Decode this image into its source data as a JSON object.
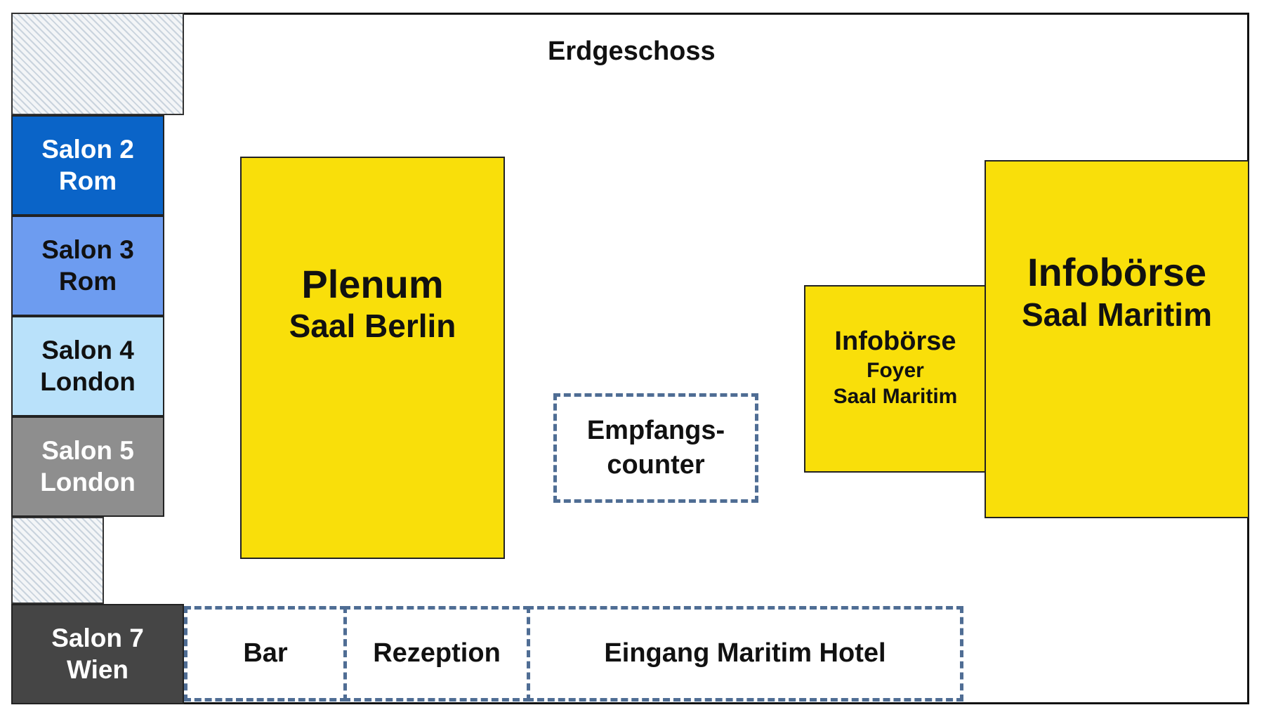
{
  "title": "Erdgeschoss",
  "colors": {
    "salon2": "#0a64c8",
    "salon3": "#6d9cf0",
    "salon4": "#b9e1fa",
    "salon5": "#8e8e8e",
    "salon7": "#454545",
    "yellow": "#f9df0a",
    "dashed_outline": "#4f6d94"
  },
  "salons": [
    {
      "line1": "Salon 2",
      "line2": "Rom"
    },
    {
      "line1": "Salon 3",
      "line2": "Rom"
    },
    {
      "line1": "Salon 4",
      "line2": "London"
    },
    {
      "line1": "Salon 5",
      "line2": "London"
    },
    {
      "line1": "Salon 7",
      "line2": "Wien"
    }
  ],
  "plenum": {
    "line1": "Plenum",
    "line2": "Saal Berlin"
  },
  "empfang": {
    "line1": "Empfangs-",
    "line2": "counter"
  },
  "infoboerse_foyer": {
    "line1": "Infobörse",
    "line2": "Foyer",
    "line3": "Saal Maritim"
  },
  "infoboerse_saal": {
    "line1": "Infobörse",
    "line2": "Saal Maritim"
  },
  "bottom": {
    "bar": "Bar",
    "rezeption": "Rezeption",
    "eingang": "Eingang Maritim Hotel"
  }
}
